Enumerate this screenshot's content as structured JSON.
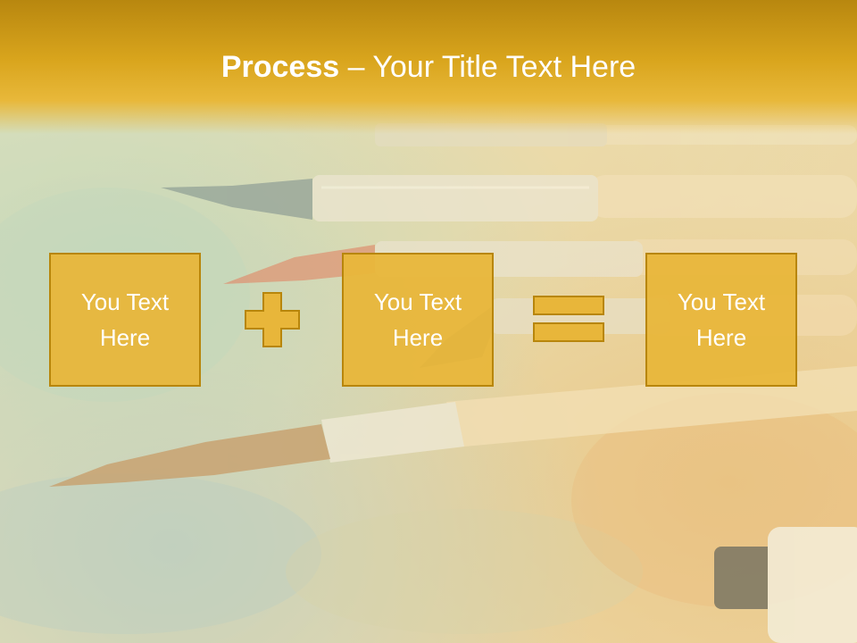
{
  "slide": {
    "title_bold": "Process",
    "title_separator": " – ",
    "title_rest": "Your Title Text Here",
    "boxes": [
      {
        "line1": "You Text",
        "line2": "Here"
      },
      {
        "line1": "You Text",
        "line2": "Here"
      },
      {
        "line1": "You Text",
        "line2": "Here"
      }
    ],
    "operators": [
      "plus-icon",
      "equals-icon"
    ]
  },
  "colors": {
    "title_band": "#d9a51d",
    "box_fill": "#e8b63a",
    "box_border": "#b8860b",
    "text": "#ffffff"
  }
}
